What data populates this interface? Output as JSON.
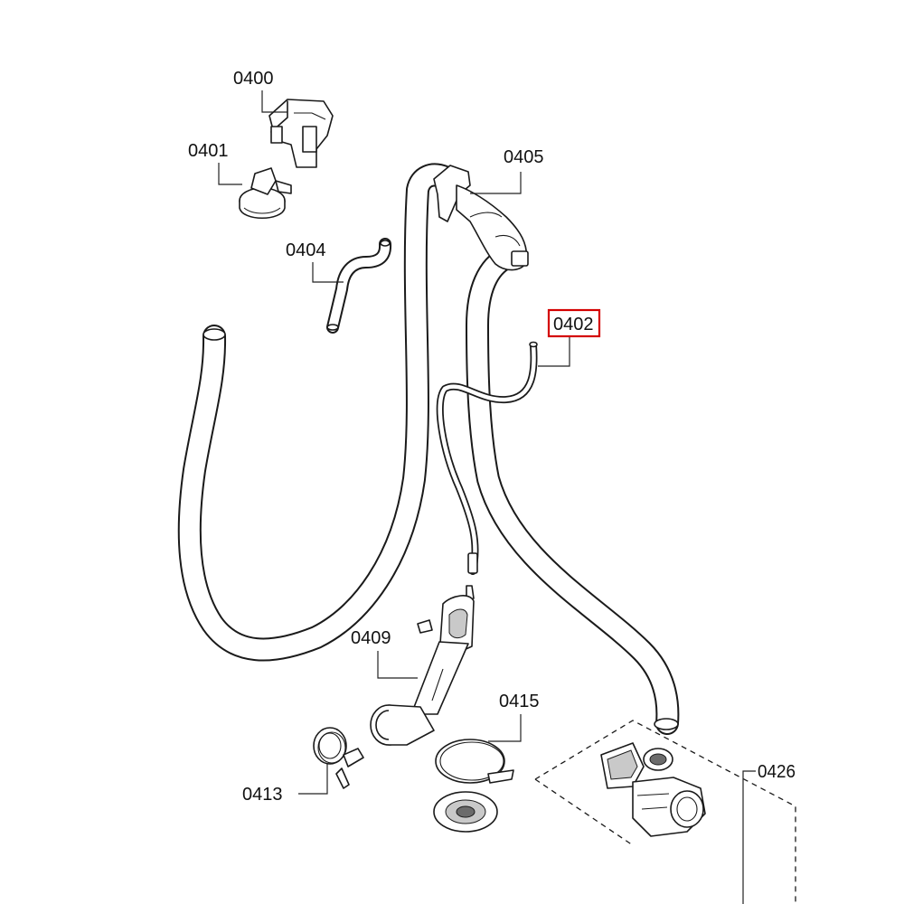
{
  "parts": {
    "p0400": {
      "number": "0400"
    },
    "p0401": {
      "number": "0401"
    },
    "p0402": {
      "number": "0402",
      "highlighted": true
    },
    "p0404": {
      "number": "0404"
    },
    "p0405": {
      "number": "0405"
    },
    "p0409": {
      "number": "0409"
    },
    "p0413": {
      "number": "0413"
    },
    "p0415": {
      "number": "0415"
    },
    "p0426": {
      "number": "0426"
    }
  },
  "colors": {
    "highlight": "#d40000",
    "line": "#1a1a1a",
    "background": "#ffffff"
  }
}
